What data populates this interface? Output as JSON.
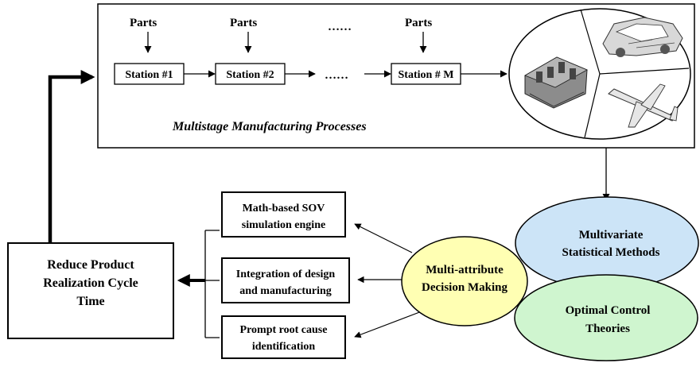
{
  "process": {
    "parts_label": "Parts",
    "stations": [
      "Station #1",
      "Station #2",
      "Station # M"
    ],
    "ellipsis_between": "……",
    "ellipsis_top": "……",
    "caption": "Multistage Manufacturing Processes"
  },
  "goal": {
    "lines": [
      "Reduce Product",
      "Realization Cycle",
      "Time"
    ]
  },
  "tools": [
    {
      "lines": [
        "Math-based SOV",
        "simulation engine"
      ]
    },
    {
      "lines": [
        "Integration of design",
        "and manufacturing"
      ]
    },
    {
      "lines": [
        "Prompt root cause",
        "identification"
      ]
    }
  ],
  "methods": {
    "decision": {
      "lines": [
        "Multi-attribute",
        "Decision Making"
      ],
      "color": "#ffffb3"
    },
    "statistical": {
      "lines": [
        "Multivariate",
        "Statistical Methods"
      ],
      "color": "#cce4f7"
    },
    "control": {
      "lines": [
        "Optimal Control",
        "Theories"
      ],
      "color": "#cff5cf"
    }
  },
  "products": [
    "engine-block-image",
    "car-body-image",
    "airplane-image"
  ]
}
